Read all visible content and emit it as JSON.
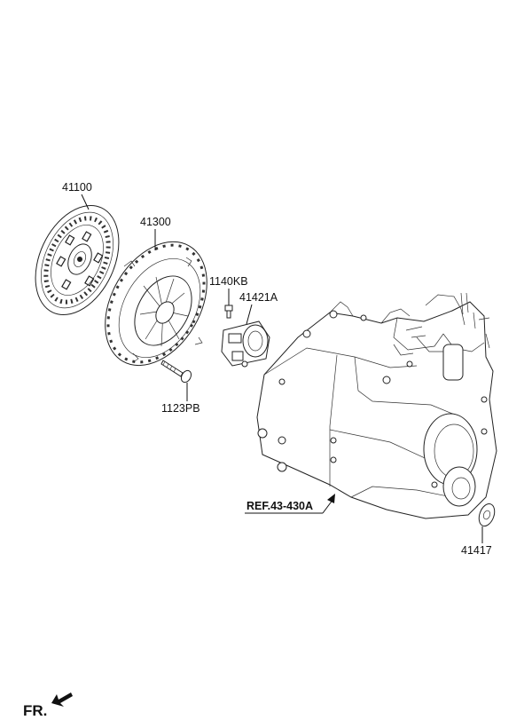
{
  "labels": {
    "clutch_disc": "41100",
    "clutch_cover": "41300",
    "bolt_cover": "1123PB",
    "bolt_release": "1140KB",
    "release_cylinder": "41421A",
    "plug": "41417",
    "reference": "REF.43-430A",
    "front_marker": "FR."
  }
}
